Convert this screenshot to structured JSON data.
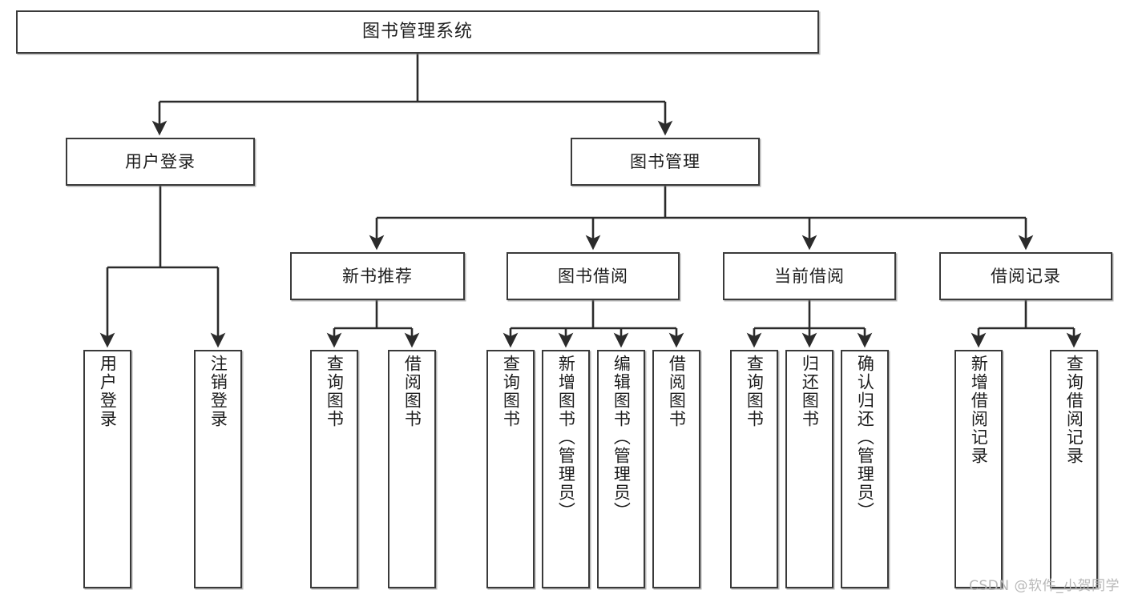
{
  "diagram": {
    "type": "tree",
    "title": "图书管理系统",
    "watermark": "CSDN @软件_小贺同学",
    "style": {
      "background": "#ffffff",
      "box_border": "#3a3a3a",
      "box_fill": "#ffffff",
      "text_color": "#1d1d1d",
      "connector_color": "#2b2b2b",
      "watermark_color": "#b7b7b7"
    },
    "nodes": {
      "root": {
        "label": "图书管理系统"
      },
      "level2": [
        {
          "label": "用户登录"
        },
        {
          "label": "图书管理"
        }
      ],
      "level3": [
        {
          "label": "新书推荐"
        },
        {
          "label": "图书借阅"
        },
        {
          "label": "当前借阅"
        },
        {
          "label": "借阅记录"
        }
      ],
      "leaves": {
        "user_login": [
          {
            "label": "用户登录"
          },
          {
            "label": "注销登录"
          }
        ],
        "new_book_recommend": [
          {
            "label": "查询图书"
          },
          {
            "label": "借阅图书"
          }
        ],
        "book_borrow": [
          {
            "label": "查询图书"
          },
          {
            "label": "新增图书（管理员）"
          },
          {
            "label": "编辑图书（管理员）"
          },
          {
            "label": "借阅图书"
          }
        ],
        "current_borrow": [
          {
            "label": "查询图书"
          },
          {
            "label": "归还图书"
          },
          {
            "label": "确认归还（管理员）"
          }
        ],
        "borrow_record": [
          {
            "label": "新增借阅记录"
          },
          {
            "label": "查询借阅记录"
          }
        ]
      }
    }
  }
}
